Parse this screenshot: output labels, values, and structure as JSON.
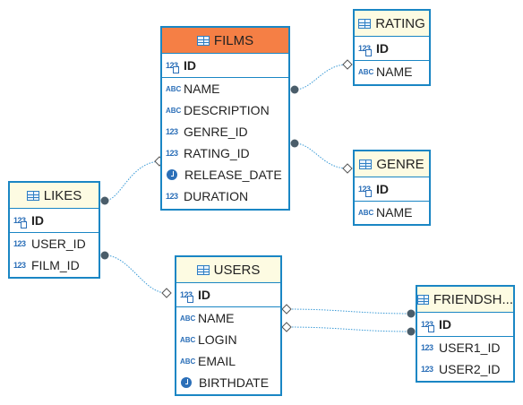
{
  "accent_color": "#1a86c4",
  "highlight_color": "#f57f45",
  "tables": {
    "films": {
      "title": "FILMS",
      "pk": "ID",
      "cols": [
        {
          "icon": "abc",
          "name": "NAME"
        },
        {
          "icon": "abc",
          "name": "DESCRIPTION"
        },
        {
          "icon": "123",
          "name": "GENRE_ID"
        },
        {
          "icon": "123",
          "name": "RATING_ID"
        },
        {
          "icon": "clock",
          "name": "RELEASE_DATE"
        },
        {
          "icon": "123",
          "name": "DURATION"
        }
      ]
    },
    "rating": {
      "title": "RATING",
      "pk": "ID",
      "cols": [
        {
          "icon": "abc",
          "name": "NAME"
        }
      ]
    },
    "genre": {
      "title": "GENRE",
      "pk": "ID",
      "cols": [
        {
          "icon": "abc",
          "name": "NAME"
        }
      ]
    },
    "likes": {
      "title": "LIKES",
      "pk": "ID",
      "cols": [
        {
          "icon": "123",
          "name": "USER_ID"
        },
        {
          "icon": "123",
          "name": "FILM_ID"
        }
      ]
    },
    "users": {
      "title": "USERS",
      "pk": "ID",
      "cols": [
        {
          "icon": "abc",
          "name": "NAME"
        },
        {
          "icon": "abc",
          "name": "LOGIN"
        },
        {
          "icon": "abc",
          "name": "EMAIL"
        },
        {
          "icon": "clock",
          "name": "BIRTHDATE"
        }
      ]
    },
    "friendship": {
      "title": "FRIENDSH...",
      "pk": "ID",
      "cols": [
        {
          "icon": "123",
          "name": "USER1_ID"
        },
        {
          "icon": "123",
          "name": "USER2_ID"
        }
      ]
    }
  },
  "icon_text": {
    "abc": "ABC",
    "num": "123"
  }
}
